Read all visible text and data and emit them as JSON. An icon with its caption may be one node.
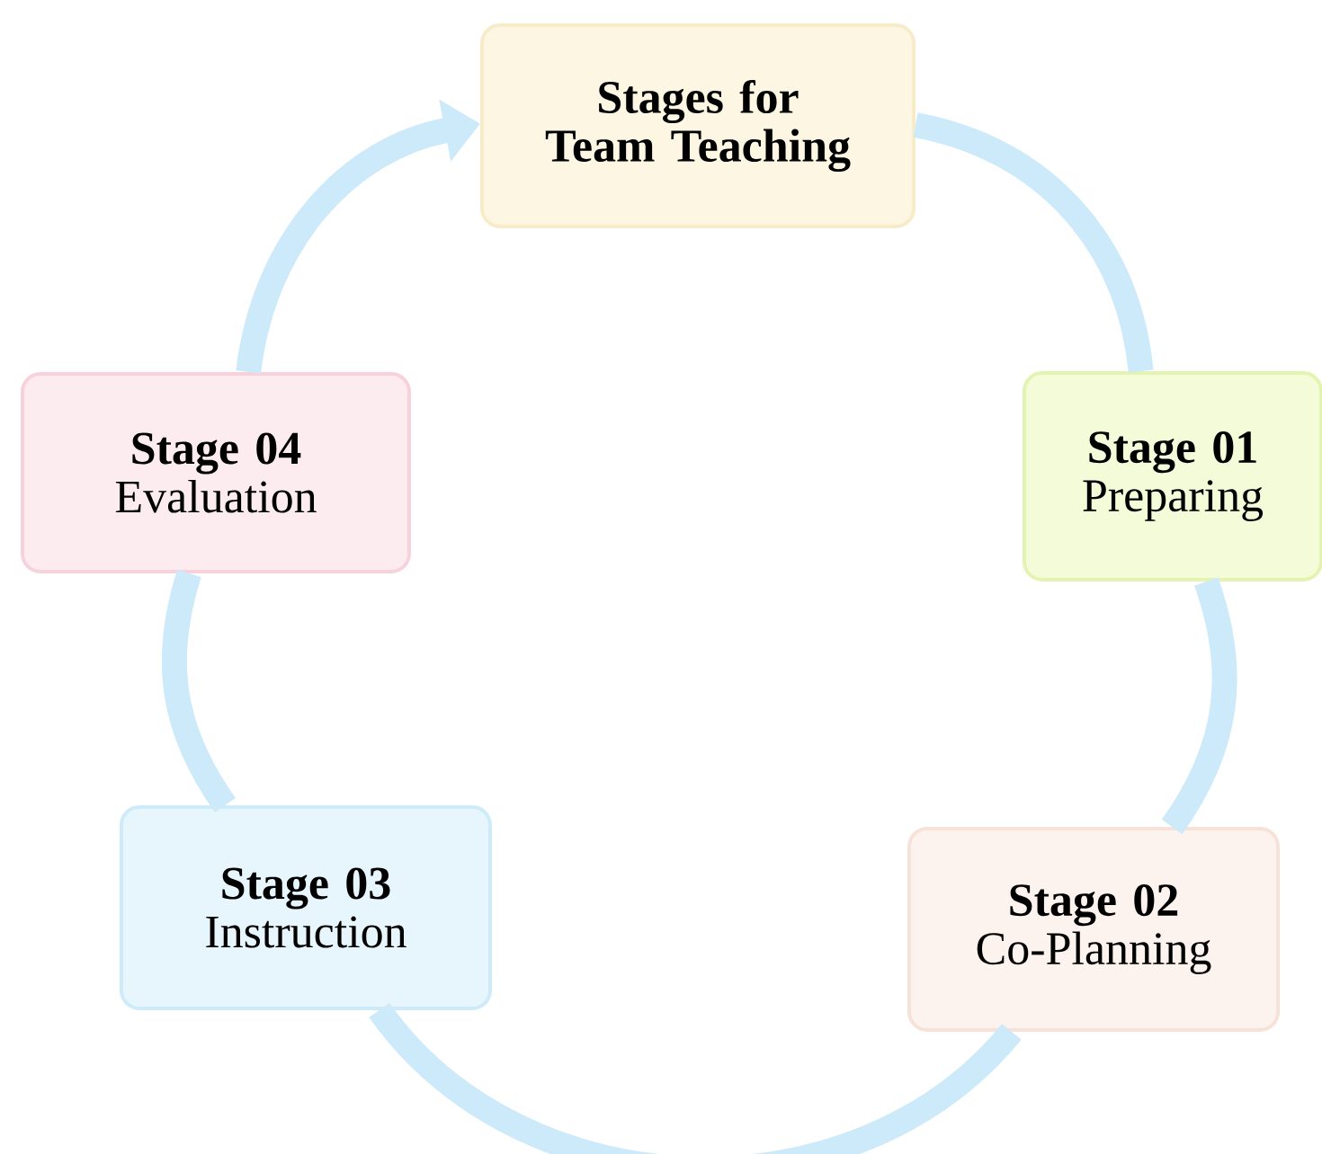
{
  "diagram": {
    "nodes": [
      {
        "text": [
          "Stages for Team Teaching"
        ]
      },
      {
        "text": [
          "Stage 01",
          "Preparing"
        ]
      },
      {
        "text": [
          "Stage 02",
          "Co-Planning"
        ]
      },
      {
        "text": [
          "Stage 03",
          "Instruction"
        ]
      },
      {
        "text": [
          "Stage 04",
          "Evaluation"
        ]
      }
    ],
    "edges": [
      {
        "from": 0,
        "to": 1,
        "arrow": "none"
      },
      {
        "from": 1,
        "to": 2,
        "arrow": "none"
      },
      {
        "from": 2,
        "to": 3,
        "arrow": "none"
      },
      {
        "from": 3,
        "to": 4,
        "arrow": "none"
      },
      {
        "from": 4,
        "to": 0,
        "arrow": "to"
      }
    ]
  }
}
